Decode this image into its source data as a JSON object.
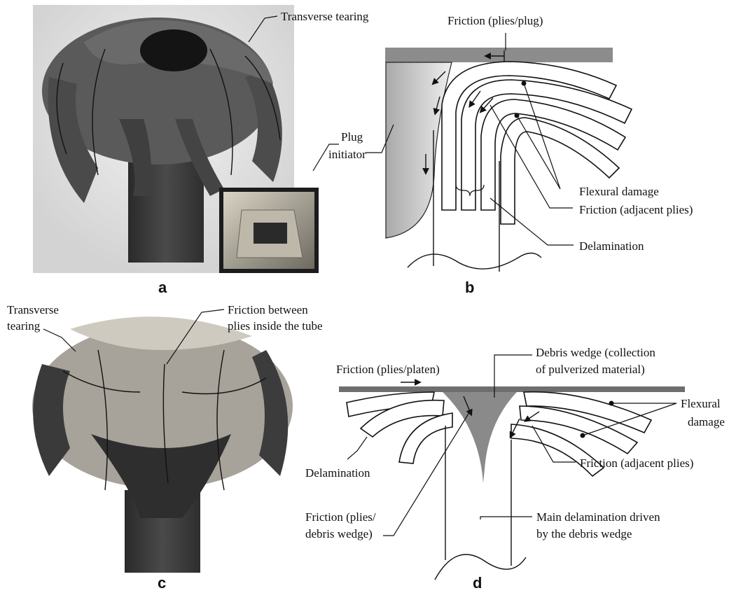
{
  "panels": {
    "a": {
      "letter": "a",
      "labels": {
        "transverse_tearing": "Transverse tearing",
        "plug_line1": "Plug",
        "plug_line2": "initiator"
      }
    },
    "b": {
      "letter": "b",
      "labels": {
        "friction_plies_plug": "Friction (plies/plug)",
        "flexural_damage": "Flexural damage",
        "friction_adjacent": "Friction (adjacent plies)",
        "delamination": "Delamination"
      }
    },
    "c": {
      "letter": "c",
      "labels": {
        "transverse_line1": "Transverse",
        "transverse_line2": "tearing",
        "friction_between_line1": "Friction between",
        "friction_between_line2": "plies inside the tube"
      }
    },
    "d": {
      "letter": "d",
      "labels": {
        "friction_plies_platen": "Friction (plies/platen)",
        "debris_wedge_line1": "Debris wedge (collection",
        "debris_wedge_line2": "of pulverized material)",
        "flexural_line1": "Flexural",
        "flexural_line2": "damage",
        "friction_adjacent": "Friction (adjacent plies)",
        "delamination": "Delamination",
        "friction_debris_line1": "Friction (plies/",
        "friction_debris_line2": "debris wedge)",
        "main_delam_line1": "Main delamination driven",
        "main_delam_line2": "by the debris wedge"
      }
    }
  },
  "colors": {
    "platen": "#6e6e6e",
    "plug_gray": "#9a9a9a",
    "wedge_gray": "#8a8a8a",
    "photo_dark": "#3a3a3a",
    "photo_light": "#c9c9c9"
  }
}
